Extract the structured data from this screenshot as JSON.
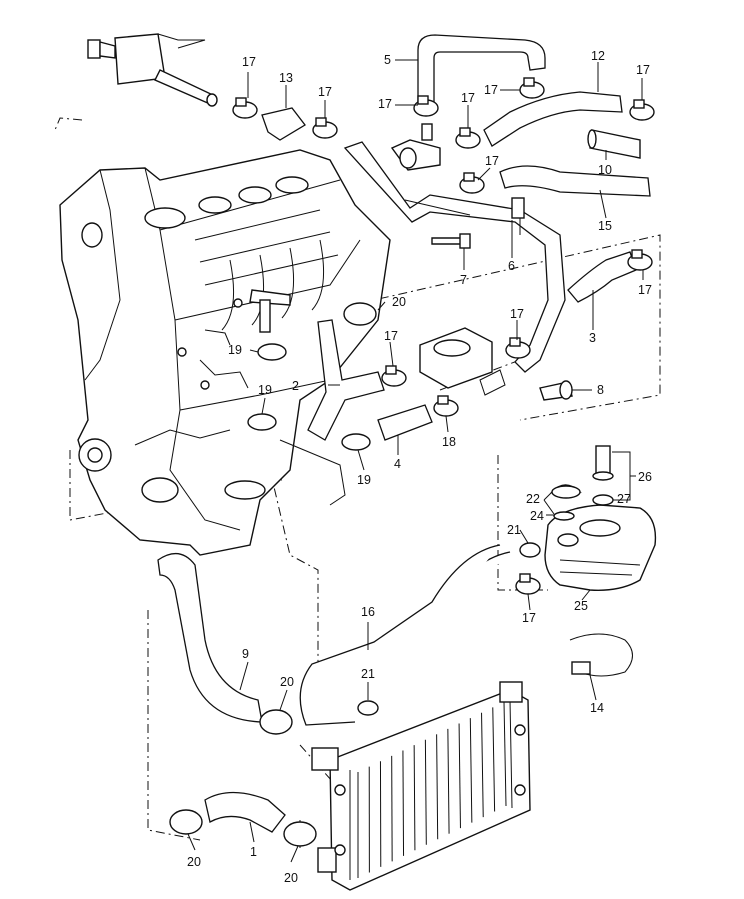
{
  "diagram": {
    "callouts": [
      {
        "id": "c1",
        "text": "1"
      },
      {
        "id": "c2",
        "text": "2"
      },
      {
        "id": "c3",
        "text": "3"
      },
      {
        "id": "c4",
        "text": "4"
      },
      {
        "id": "c5",
        "text": "5"
      },
      {
        "id": "c6",
        "text": "6"
      },
      {
        "id": "c7",
        "text": "7"
      },
      {
        "id": "c8",
        "text": "8"
      },
      {
        "id": "c9",
        "text": "9"
      },
      {
        "id": "c10",
        "text": "10"
      },
      {
        "id": "c12",
        "text": "12"
      },
      {
        "id": "c13",
        "text": "13"
      },
      {
        "id": "c14",
        "text": "14"
      },
      {
        "id": "c15",
        "text": "15"
      },
      {
        "id": "c16",
        "text": "16"
      },
      {
        "id": "c17a",
        "text": "17"
      },
      {
        "id": "c17b",
        "text": "17"
      },
      {
        "id": "c17c",
        "text": "17"
      },
      {
        "id": "c17d",
        "text": "17"
      },
      {
        "id": "c17e",
        "text": "17"
      },
      {
        "id": "c17f",
        "text": "17"
      },
      {
        "id": "c17g",
        "text": "17"
      },
      {
        "id": "c17h",
        "text": "17"
      },
      {
        "id": "c17i",
        "text": "17"
      },
      {
        "id": "c17j",
        "text": "17"
      },
      {
        "id": "c17k",
        "text": "17"
      },
      {
        "id": "c18",
        "text": "18"
      },
      {
        "id": "c19a",
        "text": "19"
      },
      {
        "id": "c19b",
        "text": "19"
      },
      {
        "id": "c19c",
        "text": "19"
      },
      {
        "id": "c20a",
        "text": "20"
      },
      {
        "id": "c20b",
        "text": "20"
      },
      {
        "id": "c20c",
        "text": "20"
      },
      {
        "id": "c20d",
        "text": "20"
      },
      {
        "id": "c21a",
        "text": "21"
      },
      {
        "id": "c21b",
        "text": "21"
      },
      {
        "id": "c22",
        "text": "22"
      },
      {
        "id": "c24",
        "text": "24"
      },
      {
        "id": "c25",
        "text": "25"
      },
      {
        "id": "c26",
        "text": "26"
      },
      {
        "id": "c27",
        "text": "27"
      }
    ]
  }
}
